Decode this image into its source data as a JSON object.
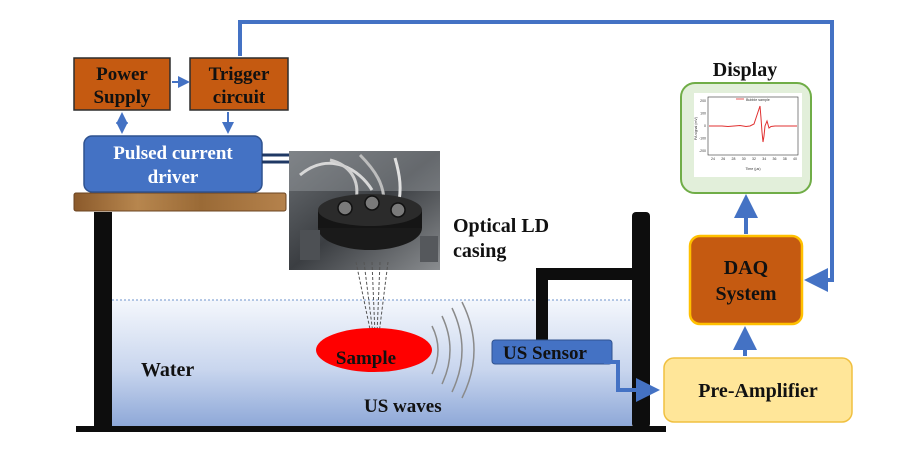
{
  "labels": {
    "power_supply_line1": "Power",
    "power_supply_line2": "Supply",
    "trigger_line1": "Trigger",
    "trigger_line2": "circuit",
    "pulsed_line1": "Pulsed current",
    "pulsed_line2": "driver",
    "display": "Display",
    "optical_line1": "Optical LD",
    "optical_line2": "casing",
    "daq_line1": "DAQ",
    "daq_line2": "System",
    "water": "Water",
    "sample": "Sample",
    "us_sensor": "US Sensor",
    "us_waves": "US waves",
    "pre_amplifier": "Pre-Amplifier"
  },
  "display_plot": {
    "legend": "Bubble sample",
    "y_ticks": [
      "200",
      "100",
      "0",
      "-100",
      "-200"
    ],
    "x_ticks": [
      "24",
      "26",
      "28",
      "30",
      "32",
      "34",
      "36",
      "38",
      "40"
    ],
    "ylabel": "PA signal (mV)",
    "xlabel": "Time (μs)"
  },
  "colors": {
    "orange_box": "#c55a11",
    "blue_box": "#4472c4",
    "arrow_blue": "#4472c4",
    "water_top": "#f2f6fb",
    "water_bottom": "#9eb5de",
    "sample_red": "#ff0000",
    "display_fill": "#e2efda",
    "display_border": "#70ad47",
    "preamp_fill": "#ffe699",
    "daq_border": "#ffc000",
    "wood": "#a0703c"
  }
}
